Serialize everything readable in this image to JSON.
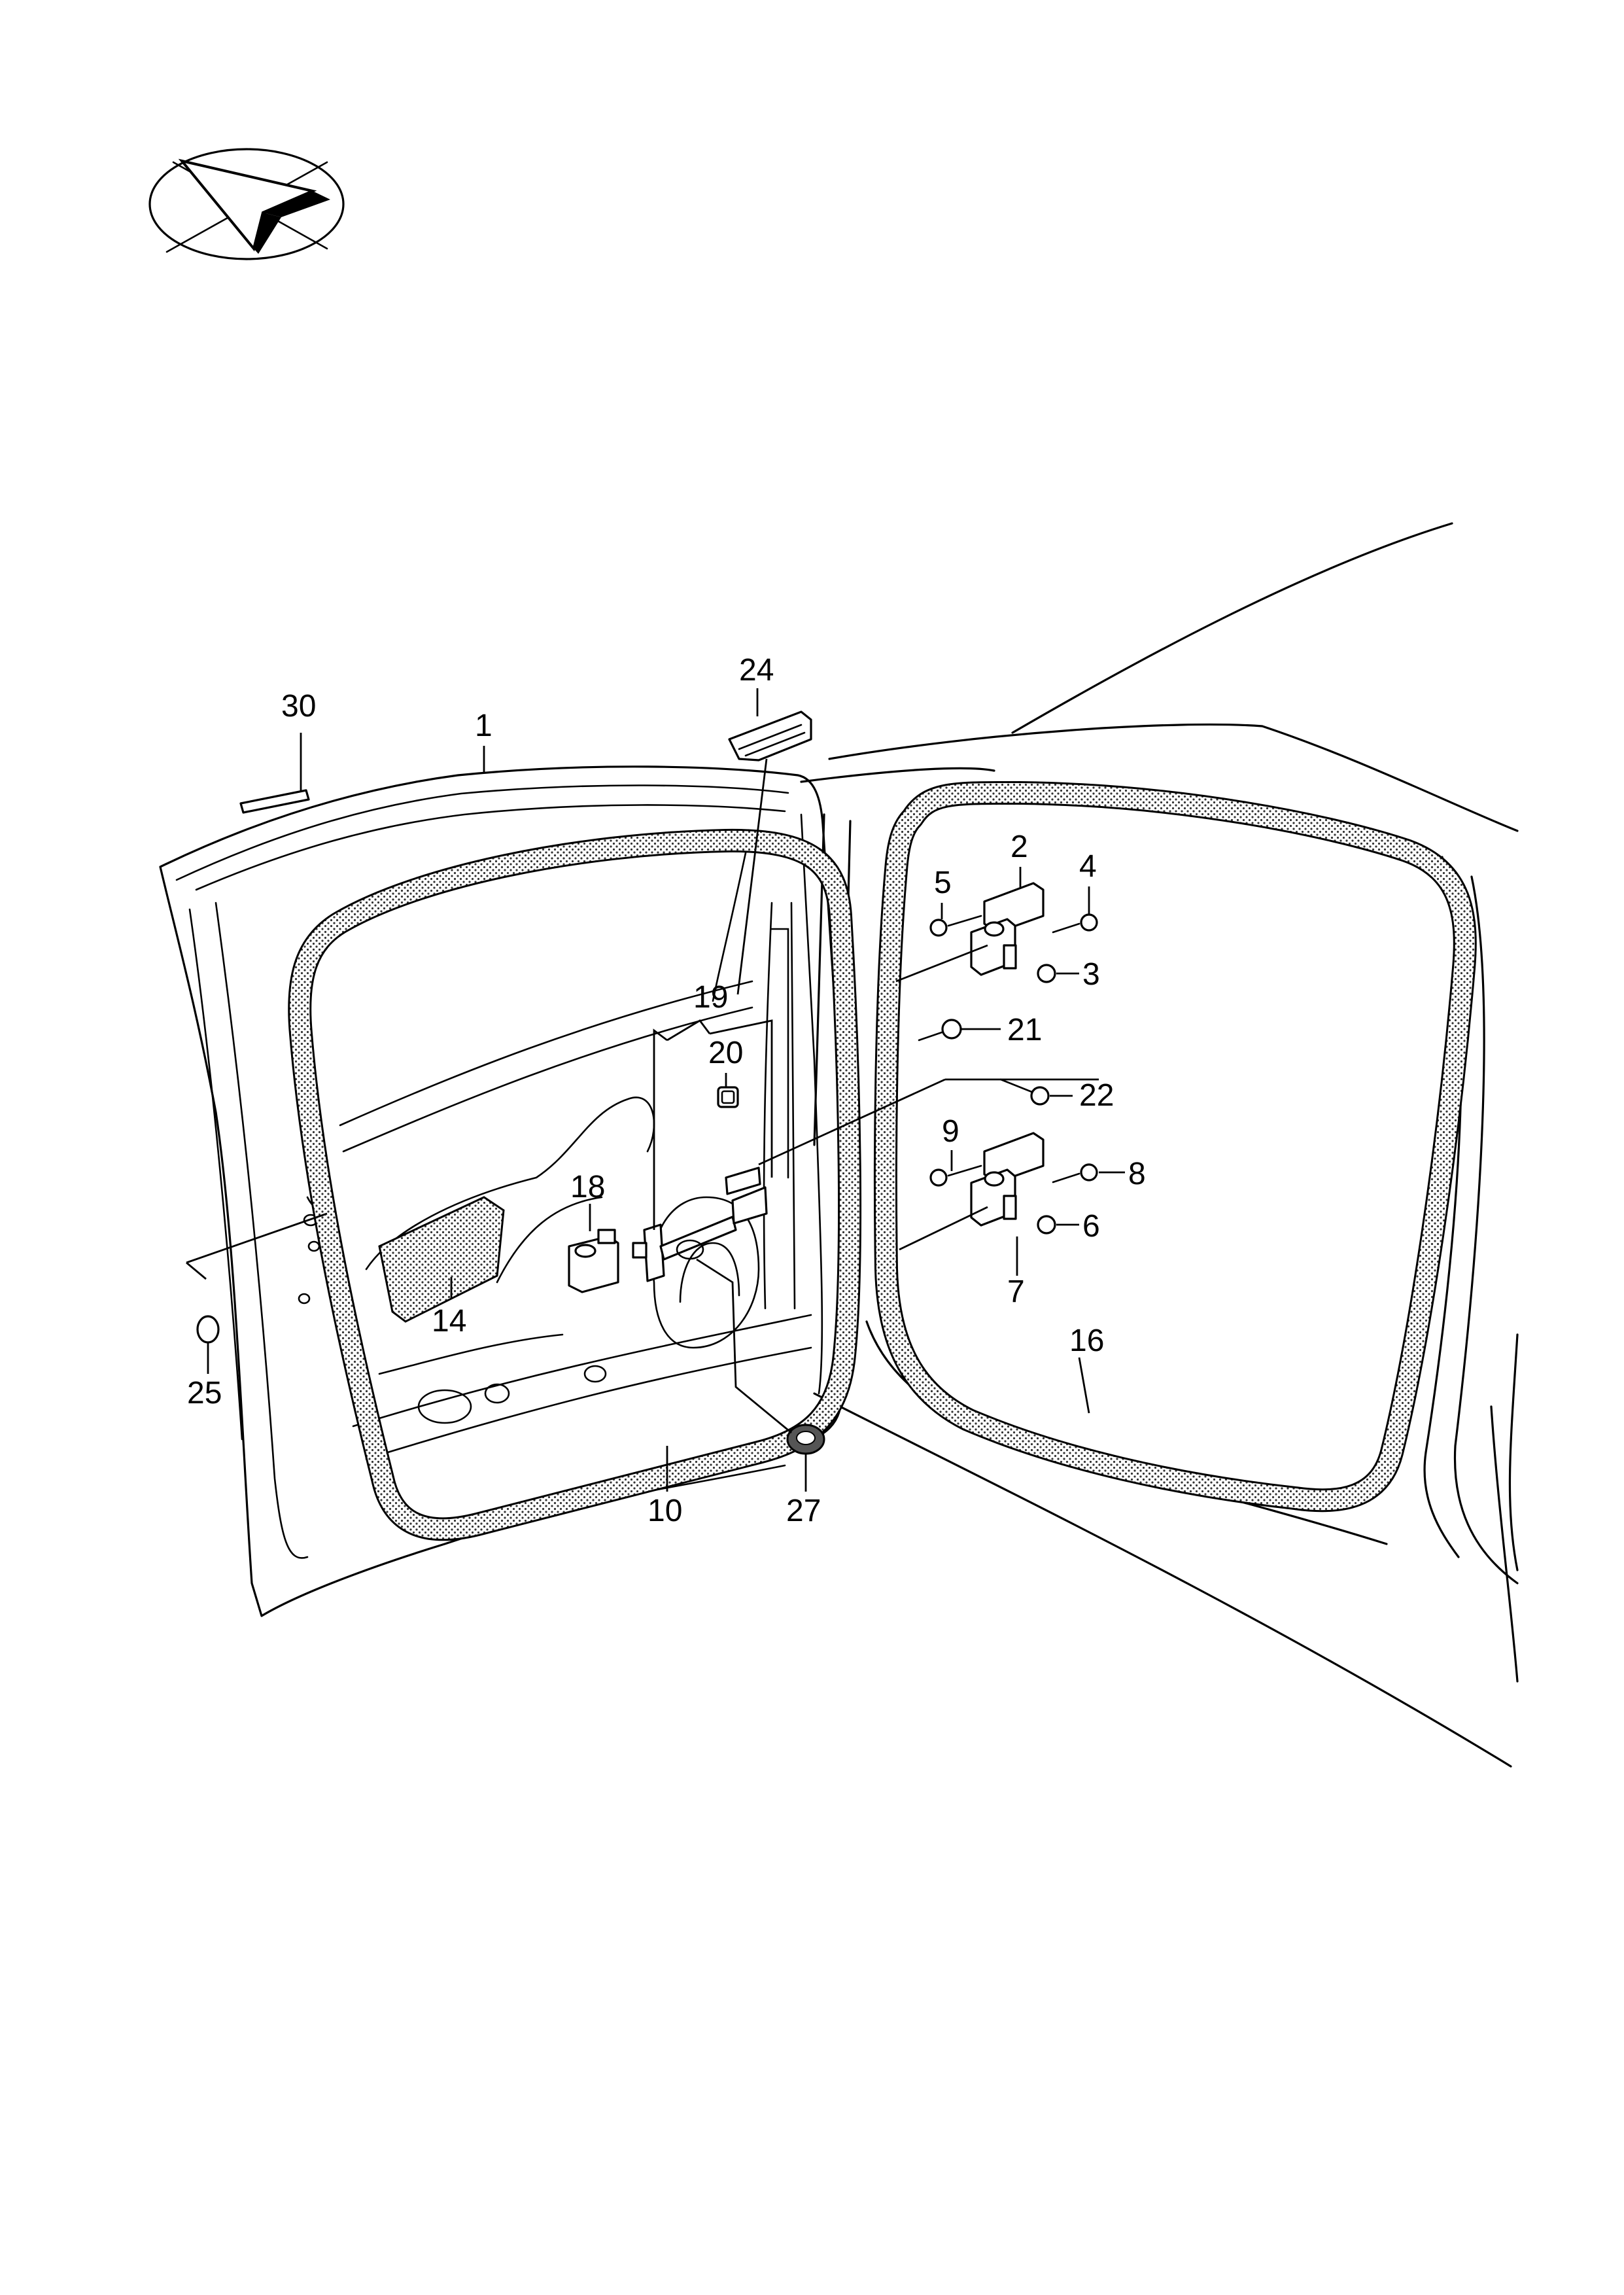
{
  "diagram": {
    "callouts": [
      {
        "id": "c1",
        "label": "1"
      },
      {
        "id": "c2",
        "label": "2"
      },
      {
        "id": "c3",
        "label": "3"
      },
      {
        "id": "c4",
        "label": "4"
      },
      {
        "id": "c5",
        "label": "5"
      },
      {
        "id": "c6",
        "label": "6"
      },
      {
        "id": "c7",
        "label": "7"
      },
      {
        "id": "c8",
        "label": "8"
      },
      {
        "id": "c9",
        "label": "9"
      },
      {
        "id": "c10",
        "label": "10"
      },
      {
        "id": "c14",
        "label": "14"
      },
      {
        "id": "c16",
        "label": "16"
      },
      {
        "id": "c18",
        "label": "18"
      },
      {
        "id": "c19",
        "label": "19"
      },
      {
        "id": "c20",
        "label": "20"
      },
      {
        "id": "c21",
        "label": "21"
      },
      {
        "id": "c22",
        "label": "22"
      },
      {
        "id": "c24",
        "label": "24"
      },
      {
        "id": "c25",
        "label": "25"
      },
      {
        "id": "c27",
        "label": "27"
      },
      {
        "id": "c30",
        "label": "30"
      }
    ]
  }
}
